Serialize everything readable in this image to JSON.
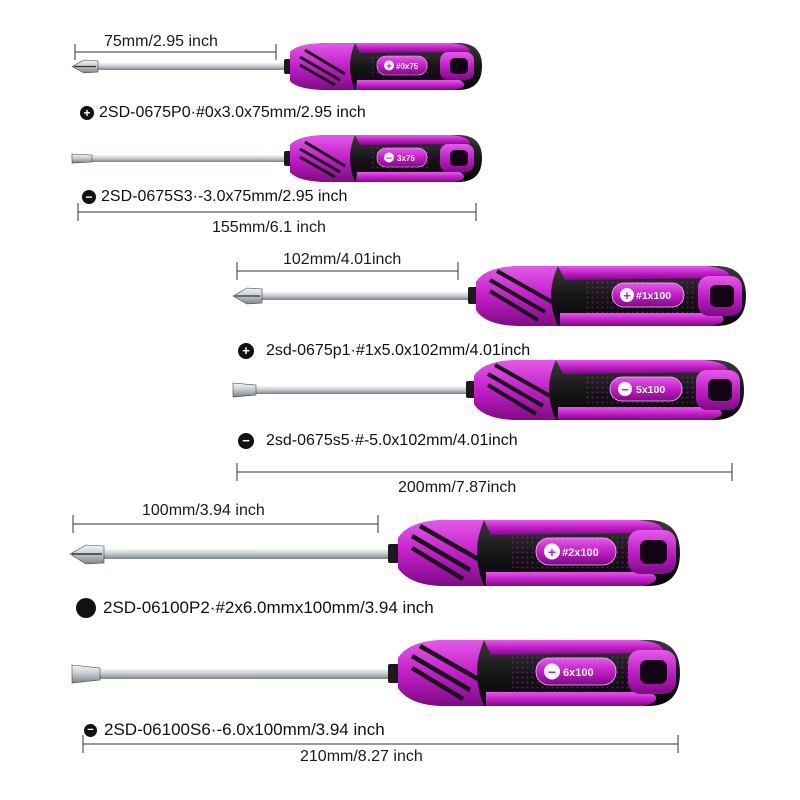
{
  "colors": {
    "handle_pink": "#c21ec9",
    "handle_pink_dark": "#8e0f94",
    "handle_black": "#161616",
    "shaft": "#cfd3d8"
  },
  "tools": [
    {
      "id": "p0",
      "tip": "phillips",
      "handle_label": "#0x75",
      "handle_symbol": "+",
      "spec_symbol": "+",
      "spec_text": "2SD-0675P0·#0x3.0x75mm/2.95 inch",
      "top_dimension": "75mm/2.95 inch"
    },
    {
      "id": "s3",
      "tip": "slotted",
      "handle_label": "3x75",
      "handle_symbol": "−",
      "spec_symbol": "−",
      "spec_text": "2SD-0675S3·-3.0x75mm/2.95 inch"
    },
    {
      "id": "p1",
      "tip": "phillips",
      "handle_label": "#1x100",
      "handle_symbol": "+",
      "spec_symbol": "+",
      "spec_text": "2sd-0675p1·#1x5.0x102mm/4.01inch",
      "top_dimension": "102mm/4.01inch"
    },
    {
      "id": "s5",
      "tip": "slotted",
      "handle_label": "5x100",
      "handle_symbol": "−",
      "spec_symbol": "−",
      "spec_text": "2sd-0675s5·#-5.0x102mm/4.01inch"
    },
    {
      "id": "p2",
      "tip": "phillips",
      "handle_label": "#2x100",
      "handle_symbol": "+",
      "spec_symbol": "",
      "spec_text": "2SD-06100P2·#2x6.0mmx100mm/3.94 inch",
      "top_dimension": "100mm/3.94 inch"
    },
    {
      "id": "s6",
      "tip": "slotted",
      "handle_label": "6x100",
      "handle_symbol": "−",
      "spec_symbol": "−",
      "spec_text": "2SD-06100S6·-6.0x100mm/3.94 inch"
    }
  ],
  "overall_dimensions": {
    "group1": "155mm/6.1 inch",
    "group2": "200mm/7.87inch",
    "group3": "210mm/8.27 inch"
  }
}
